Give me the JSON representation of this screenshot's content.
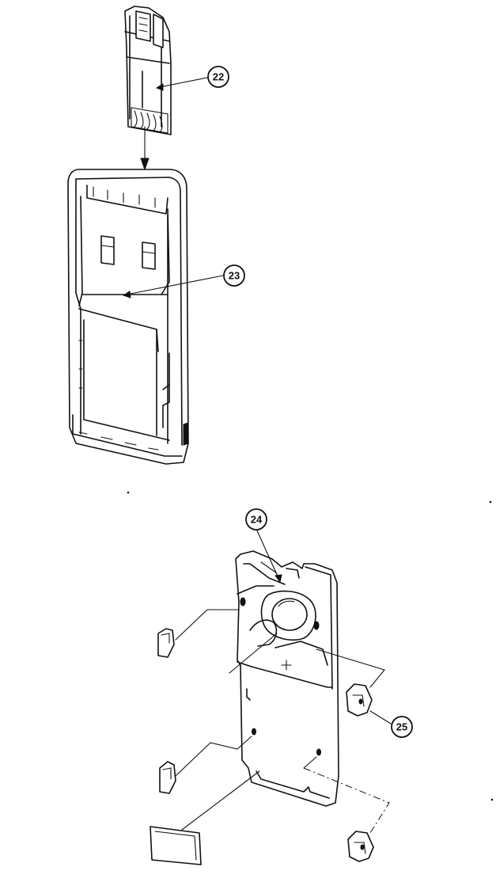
{
  "callouts": [
    {
      "id": "22",
      "label": "22"
    },
    {
      "id": "23",
      "label": "23"
    },
    {
      "id": "24",
      "label": "24"
    },
    {
      "id": "25",
      "label": "25"
    }
  ],
  "colors": {
    "line": "#111111",
    "background": "#ffffff"
  }
}
